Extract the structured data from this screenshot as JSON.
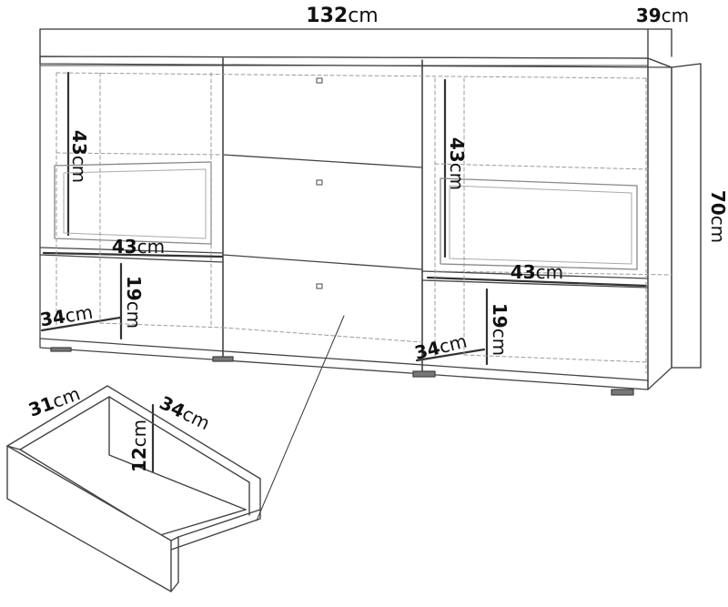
{
  "colors": {
    "outline": "#444444",
    "face": "#ffffff",
    "dashed": "#9a9a9a",
    "dimension": "#333333",
    "text": "#111111"
  },
  "unit": "cm",
  "dimensions": {
    "total_width": "132",
    "total_depth": "39",
    "total_height": "70",
    "left_cabinet_height": "43",
    "left_cabinet_width": "43",
    "left_shelf_height": "19",
    "left_shelf_depth": "34",
    "right_cabinet_height": "43",
    "right_cabinet_width": "43",
    "right_shelf_height": "19",
    "right_shelf_depth": "34",
    "drawer_width": "31",
    "drawer_depth": "34",
    "drawer_height": "12"
  }
}
